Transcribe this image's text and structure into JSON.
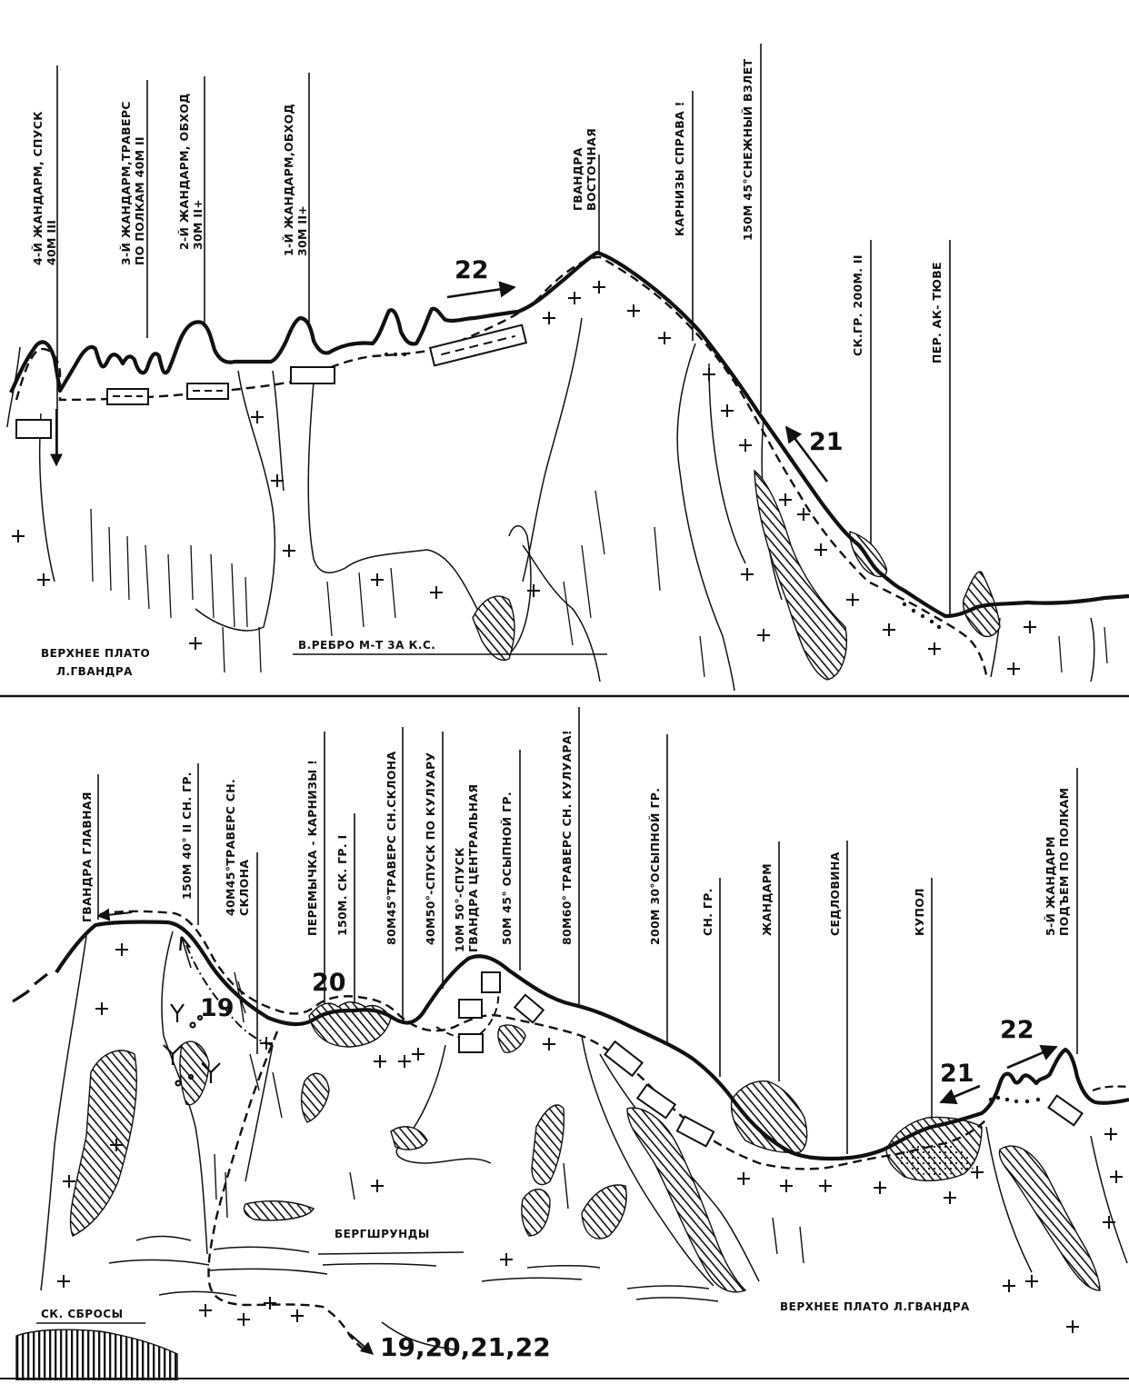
{
  "top_panel": {
    "markers": [
      {
        "id": "m1",
        "lines": [
          "4-Й ЖАНДАРМ, СПУСК",
          "40М III"
        ]
      },
      {
        "id": "m2",
        "lines": [
          "3-Й ЖАНДАРМ,ТРАВЕРС",
          "ПО ПОЛКАМ 40М II"
        ]
      },
      {
        "id": "m3",
        "lines": [
          "2-Й ЖАНДАРМ, ОБХОД",
          "30М II+"
        ]
      },
      {
        "id": "m4",
        "lines": [
          "1-Й ЖАНДАРМ,ОБХОД",
          "30М II+"
        ]
      },
      {
        "id": "m5",
        "lines": [
          "ГВАНДРА",
          "ВОСТОЧНАЯ"
        ]
      },
      {
        "id": "m6",
        "lines": [
          "КАРНИЗЫ СПРАВА !"
        ]
      },
      {
        "id": "m7",
        "lines": [
          "150М 45°СНЕЖНЫЙ ВЗЛЕТ"
        ]
      },
      {
        "id": "m8",
        "lines": [
          "СК.ГР. 200М. II"
        ]
      },
      {
        "id": "m9",
        "lines": [
          "ПЕР. АК- ТЮВЕ"
        ]
      }
    ],
    "labels": {
      "plateau_line1": "ВЕРХНЕЕ ПЛАТО",
      "plateau_line2": "Л.ГВАНДРА",
      "rib": "В.РЕБРО М-Т 3А К.С."
    },
    "route_numbers": {
      "r22": "22",
      "r21": "21"
    }
  },
  "bottom_panel": {
    "markers": [
      {
        "id": "b1",
        "lines": [
          "ГВАНДРА ГЛАВНАЯ"
        ]
      },
      {
        "id": "b2",
        "lines": [
          "150М 40° II СН. ГР."
        ]
      },
      {
        "id": "b3",
        "lines": [
          "40М45°ТРАВЕРС СН.",
          "СКЛОНА"
        ]
      },
      {
        "id": "b4",
        "lines": [
          "ПЕРЕМЫЧКА - КАРНИЗЫ !"
        ]
      },
      {
        "id": "b5",
        "lines": [
          "150М. СК. ГР. I"
        ]
      },
      {
        "id": "b6",
        "lines": [
          "80М45°ТРАВЕРС СН.СКЛОНА"
        ]
      },
      {
        "id": "b7",
        "lines": [
          "40М50°-СПУСК ПО КУЛУАРУ"
        ]
      },
      {
        "id": "b8",
        "lines": [
          "10М 50°-СПУСК",
          "ГВАНДРА ЦЕНТРАЛЬНАЯ"
        ]
      },
      {
        "id": "b9",
        "lines": [
          "50М 45° ОСЫПНОЙ ГР."
        ]
      },
      {
        "id": "b10",
        "lines": [
          "80М60° ТРАВЕРС СН. КУЛУАРА!"
        ]
      },
      {
        "id": "b11",
        "lines": [
          "200М 30°ОСЫПНОЙ ГР."
        ]
      },
      {
        "id": "b12",
        "lines": [
          "СН. ГР."
        ]
      },
      {
        "id": "b13",
        "lines": [
          "ЖАНДАРМ"
        ]
      },
      {
        "id": "b14",
        "lines": [
          "СЕДЛОВИНА"
        ]
      },
      {
        "id": "b15",
        "lines": [
          "КУПОЛ"
        ]
      },
      {
        "id": "b16",
        "lines": [
          "5-Й ЖАНДАРМ",
          "ПОДЪЕМ ПО ПОЛКАМ"
        ]
      }
    ],
    "labels": {
      "bergschrunds": "БЕРГШРУНДЫ",
      "rock_drops": "СК. СБРОСЫ",
      "plateau": "ВЕРХНЕЕ ПЛАТО Л.ГВАНДРА",
      "routes_all": "19,20,21,22"
    },
    "route_numbers": {
      "r19": "19",
      "r20": "20",
      "r21": "21",
      "r22": "22"
    }
  }
}
